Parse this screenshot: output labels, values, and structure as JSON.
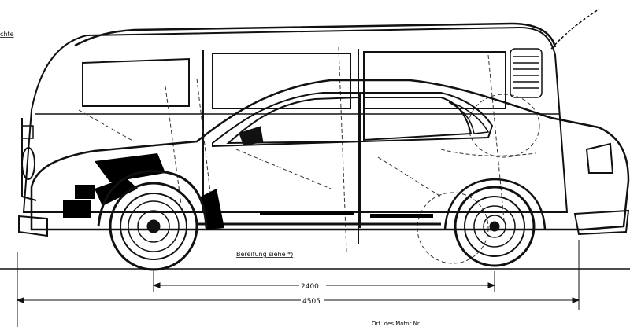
{
  "labels": {
    "top_left_fragment": "chte",
    "tire_note": "Bereifung siehe *)",
    "bottom_note": "Ort. des Motor Nr."
  },
  "dimensions": {
    "wheelbase": "2400",
    "overall_length": "4505"
  },
  "colors": {
    "ink": "#111111",
    "paper": "#ffffff",
    "fill_black": "#000000"
  }
}
